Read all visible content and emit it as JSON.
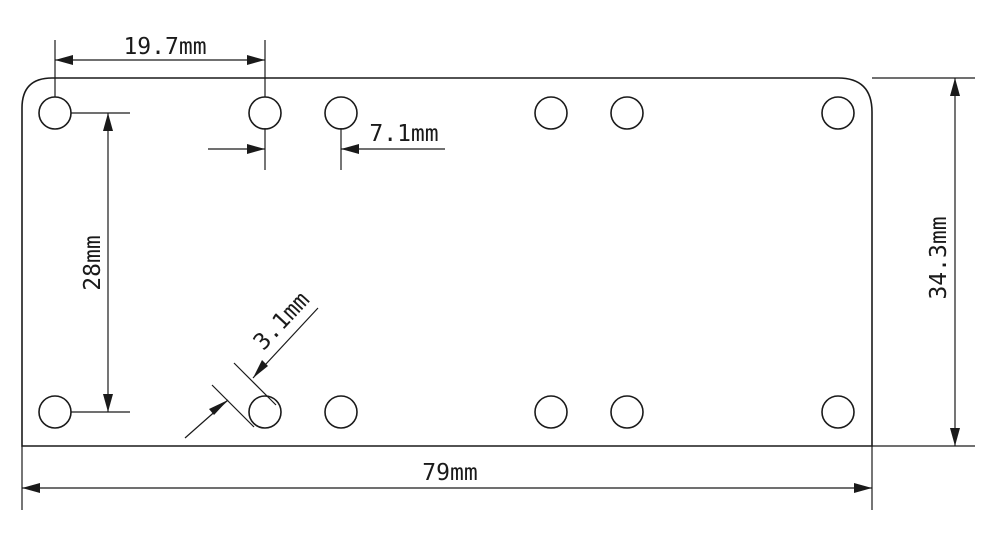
{
  "dimensions": {
    "hole_spacing_top": "19.7mm",
    "hole_gap": "7.1mm",
    "vertical_hole_spacing": "28mm",
    "hole_diameter": "3.1mm",
    "plate_height": "34.3mm",
    "plate_width": "79mm"
  },
  "colors": {
    "line": "#1a1a1a",
    "background": "#ffffff"
  }
}
